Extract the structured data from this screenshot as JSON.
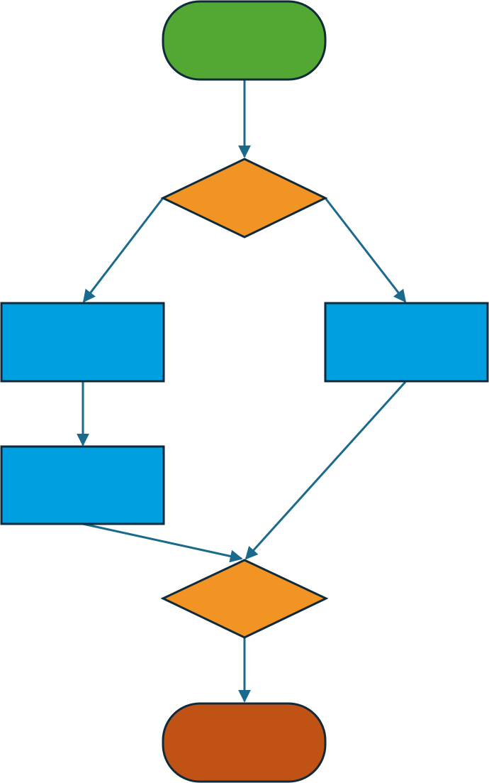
{
  "diagram": {
    "type": "flowchart",
    "colors": {
      "start": "#52a832",
      "decision": "#f29424",
      "process": "#009fe0",
      "end": "#c05216",
      "connector": "#1b6a8c",
      "outline": "#0f2a3a"
    },
    "nodes": [
      {
        "id": "start",
        "shape": "terminator",
        "role": "start",
        "label": ""
      },
      {
        "id": "decision-1",
        "shape": "diamond",
        "role": "decision",
        "label": ""
      },
      {
        "id": "process-left-1",
        "shape": "rectangle",
        "role": "process",
        "label": ""
      },
      {
        "id": "process-right",
        "shape": "rectangle",
        "role": "process",
        "label": ""
      },
      {
        "id": "process-left-2",
        "shape": "rectangle",
        "role": "process",
        "label": ""
      },
      {
        "id": "decision-2",
        "shape": "diamond",
        "role": "decision",
        "label": ""
      },
      {
        "id": "end",
        "shape": "terminator",
        "role": "end",
        "label": ""
      }
    ],
    "edges": [
      {
        "from": "start",
        "to": "decision-1"
      },
      {
        "from": "decision-1",
        "to": "process-left-1"
      },
      {
        "from": "decision-1",
        "to": "process-right"
      },
      {
        "from": "process-left-1",
        "to": "process-left-2"
      },
      {
        "from": "process-left-2",
        "to": "decision-2"
      },
      {
        "from": "process-right",
        "to": "decision-2"
      },
      {
        "from": "decision-2",
        "to": "end"
      }
    ]
  }
}
